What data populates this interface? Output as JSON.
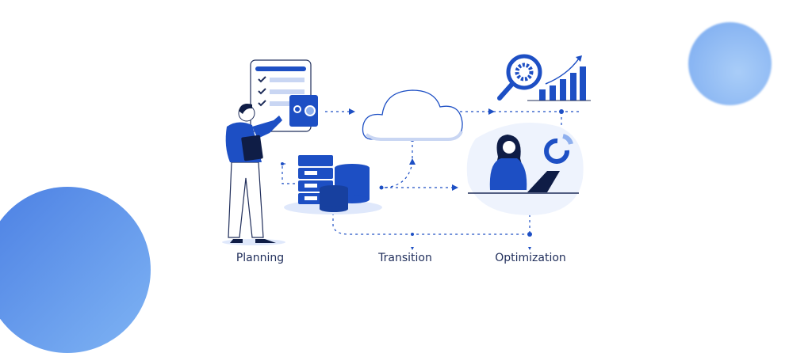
{
  "stages": [
    {
      "label": "Planning"
    },
    {
      "label": "Transition"
    },
    {
      "label": "Optimization"
    }
  ],
  "colors": {
    "primary": "#1d4fc4",
    "light": "#e6edfb",
    "dark": "#0f1d46"
  }
}
